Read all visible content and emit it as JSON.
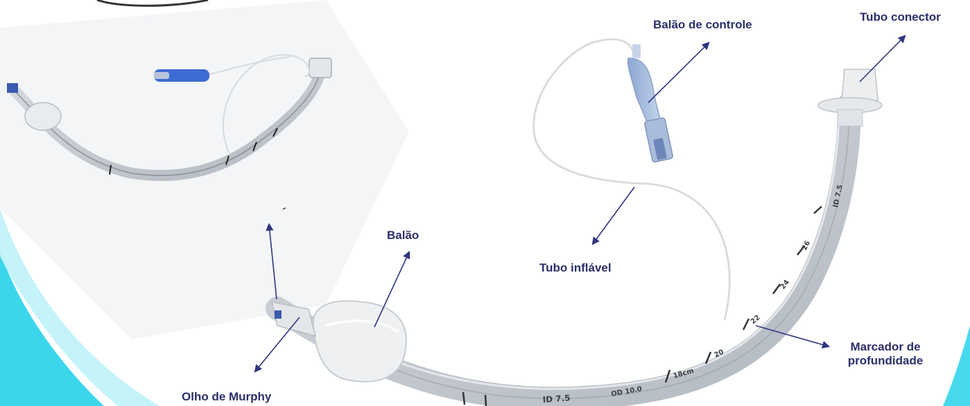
{
  "colors": {
    "label": "#2b2f6b",
    "arrow": "#2f3580",
    "accent_cyan": "#1fd3ec",
    "tube": "#c4c9cf",
    "cuff": "#e9ecef",
    "pilot_balloon": "#9fb6d8",
    "photo_bg": "#f3f5f7"
  },
  "labels": {
    "pilot_balloon": "Balão de controle",
    "connector": "Tubo conector",
    "cuff": "Balão",
    "inflation_tube": "Tubo inflável",
    "depth_marker_line1": "Marcador de",
    "depth_marker_line2": "profundidade",
    "murphy_eye": "Olho de Murphy"
  },
  "tube_markings": {
    "id_size": "ID 7.5",
    "od_size": "OD 10.0",
    "depth_numbers": [
      "18cm",
      "20",
      "22",
      "24",
      "26"
    ]
  },
  "icons": {
    "arrow": "arrow-icon",
    "tube_photo": "endotracheal-tube-icon"
  }
}
